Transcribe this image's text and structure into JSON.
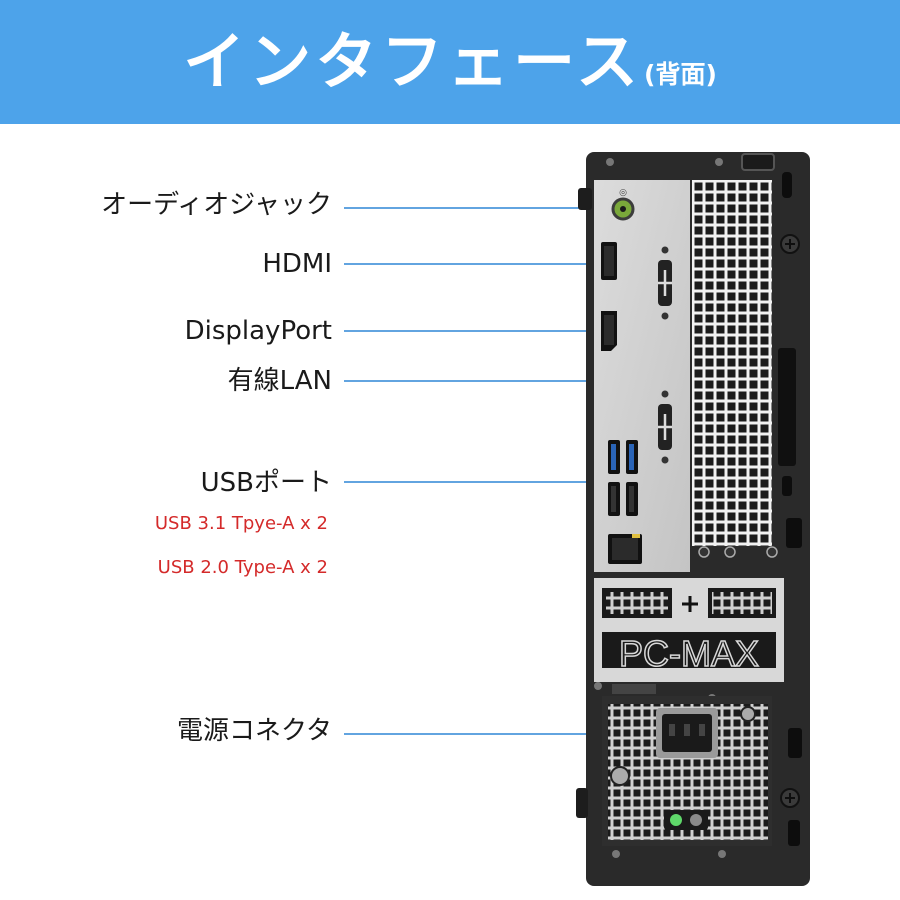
{
  "header": {
    "title": "インタフェース",
    "subtitle": "(背面)"
  },
  "labels": {
    "audio": "オーディオジャック",
    "hdmi": "HDMI",
    "displayport": "DisplayPort",
    "lan": "有線LAN",
    "usb": "USBポート",
    "usb31": "USB 3.1 Tpye-A  x 2",
    "usb20": "USB 2.0 Type-A  x 2",
    "power": "電源コネクタ"
  },
  "watermark": "PC-MAX",
  "colors": {
    "banner": "#4da3ea",
    "leader": "#2f86d6",
    "spec_text": "#d42a2a"
  }
}
